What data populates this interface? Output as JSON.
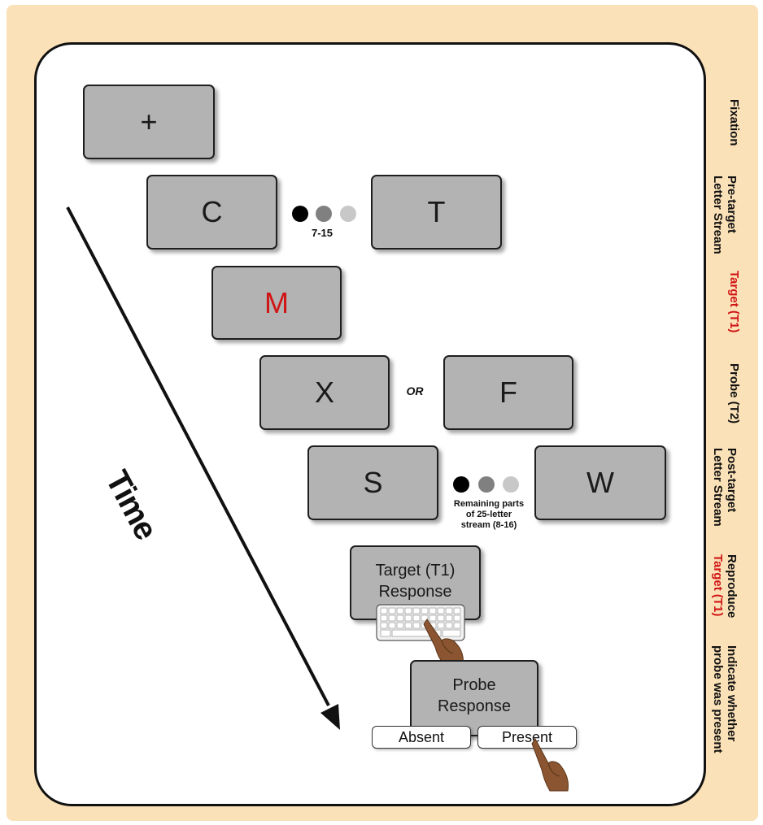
{
  "frames": {
    "fixation": "+",
    "pre_first": "C",
    "pre_last": "T",
    "target": "M",
    "probe_a": "X",
    "probe_b": "F",
    "post_first": "S",
    "post_last": "W",
    "target_response_line1": "Target (T1)",
    "target_response_line2": "Response",
    "probe_response_line1": "Probe",
    "probe_response_line2": "Response"
  },
  "annotations": {
    "pre_count": "7-15",
    "or": "OR",
    "remaining_line1": "Remaining parts",
    "remaining_line2": "of 25-letter",
    "remaining_line3": "stream (8-16)",
    "time": "Time"
  },
  "buttons": {
    "absent": "Absent",
    "present": "Present"
  },
  "side_labels": {
    "fixation": "Fixation",
    "pre_target_1": "Pre-target",
    "pre_target_2": "Letter Stream",
    "target": "Target (T1)",
    "probe": "Probe (T2)",
    "post_target_1": "Post-target",
    "post_target_2": "Letter Stream",
    "reproduce_1": "Reproduce",
    "reproduce_2": "Target (T1)",
    "indicate_1": "Indicate whether",
    "indicate_2": "probe was present"
  },
  "colors": {
    "background": "#fbe1b7",
    "frame": "#b3b3b3",
    "target_red": "#d01515",
    "dot_dark": "#000000",
    "dot_mid": "#808080",
    "dot_light": "#c8c8c8"
  }
}
